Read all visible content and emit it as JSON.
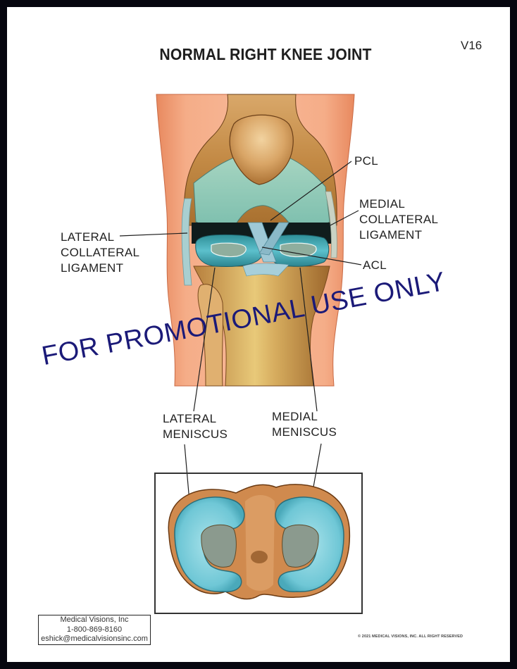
{
  "document": {
    "title": "NORMAL RIGHT KNEE JOINT",
    "code": "V16",
    "watermark": "FOR PROMOTIONAL USE ONLY"
  },
  "labels": {
    "pcl": "PCL",
    "medial_collateral_ligament": [
      "MEDIAL",
      "COLLATERAL",
      "LIGAMENT"
    ],
    "lateral_collateral_ligament": [
      "LATERAL",
      "COLLATERAL",
      "LIGAMENT"
    ],
    "acl": "ACL",
    "lateral_meniscus": [
      "LATERAL",
      "MENISCUS"
    ],
    "medial_meniscus": [
      "MEDIAL",
      "MENISCUS"
    ]
  },
  "illustrations": {
    "main": "front-view-right-knee-joint",
    "inset": "top-view-menisci"
  },
  "footer": {
    "contact": {
      "company": "Medical Visions, Inc",
      "phone": "1-800-869-8160",
      "email": "eshick@medicalvisionsinc.com"
    },
    "copyright": "© 2021 MEDICAL VISIONS, INC. ALL RIGHT RESERVED"
  },
  "colors": {
    "frame": "#06060f",
    "watermark": "#1b1a78",
    "skin": "#f0a07a",
    "bone": "#c9904e",
    "cartilage": "#8cc9b8",
    "meniscus": "#4fb3c6"
  }
}
